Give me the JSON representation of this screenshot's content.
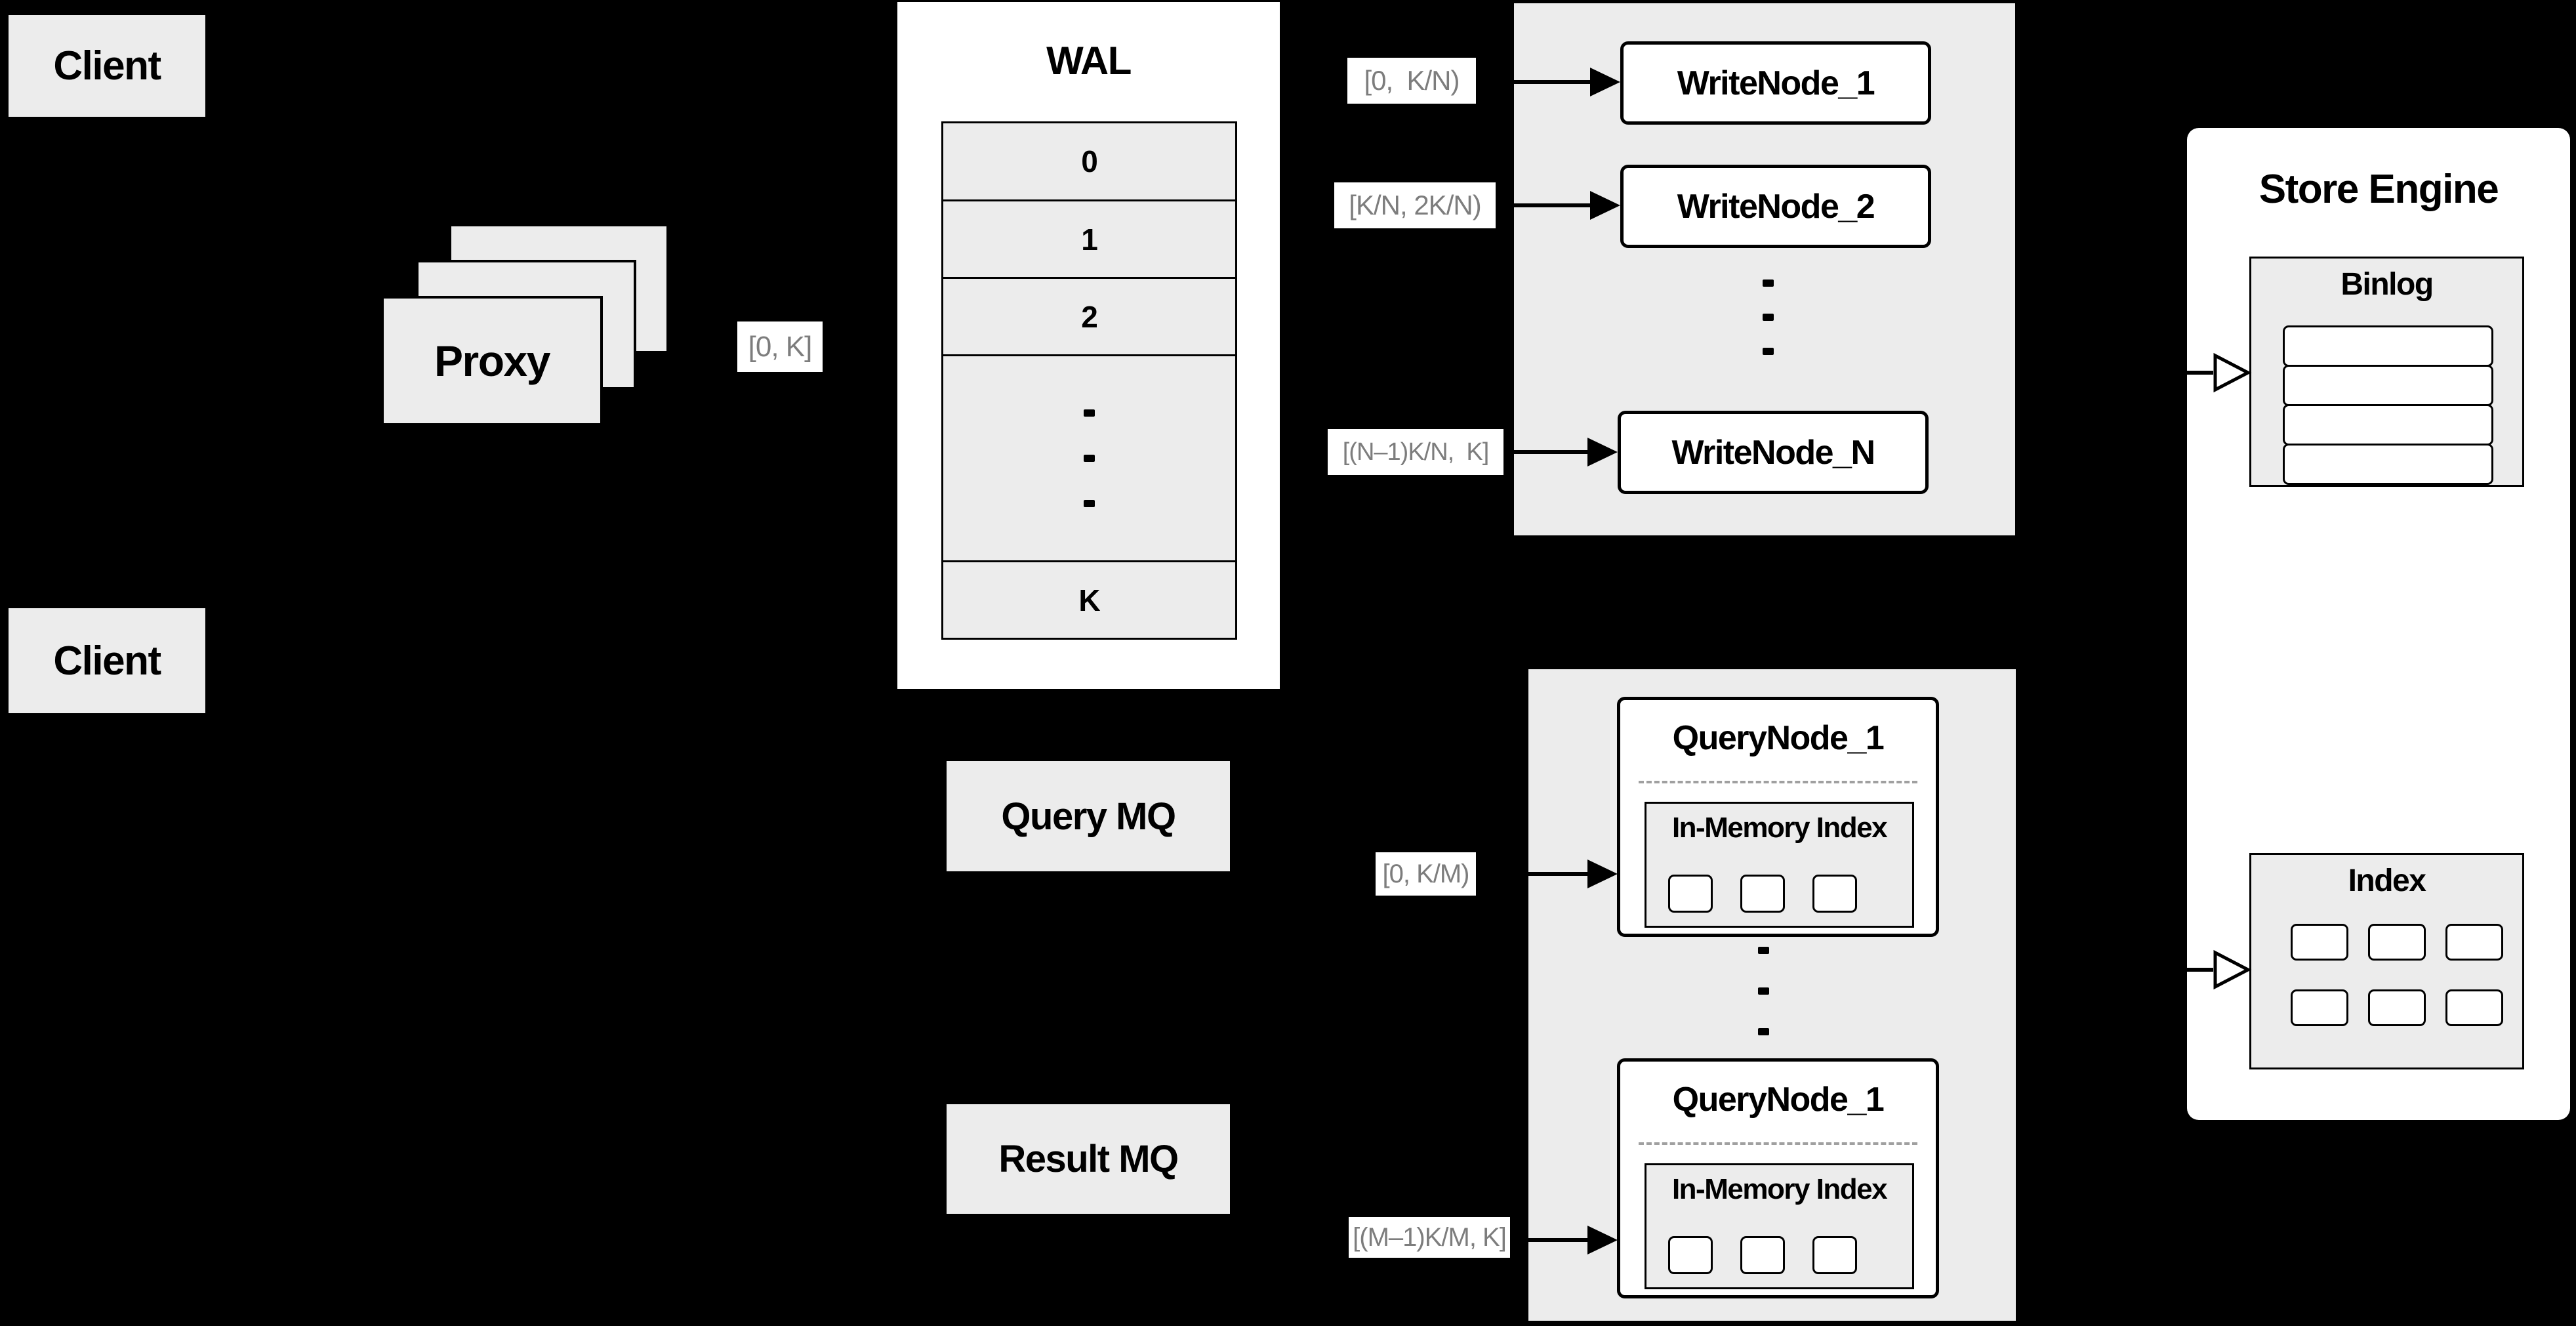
{
  "background": "#000000",
  "palette": {
    "panel_gray": "#ececec",
    "white": "#ffffff",
    "border": "#000000",
    "label_text": "#7d7d7d",
    "dash_gray": "#a0a0a0"
  },
  "clients": {
    "top": "Client",
    "bottom": "Client"
  },
  "proxy": {
    "label": "Proxy"
  },
  "wal": {
    "title": "WAL",
    "rows": [
      "0",
      "1",
      "2",
      "K"
    ]
  },
  "range_labels": {
    "proxy_out": "[0, K]",
    "write_node_1": "[0,  K/N)",
    "write_node_2": "[K/N, 2K/N)",
    "write_node_n": "[(N–1)K/N,  K]",
    "query_node_1": "[0, K/M)",
    "query_node_m": "[(M–1)K/M, K]"
  },
  "write_group": {
    "node_1": "WriteNode_1",
    "node_2": "WriteNode_2",
    "node_n": "WriteNode_N"
  },
  "mq": {
    "query": "Query MQ",
    "result": "Result MQ"
  },
  "query_group": {
    "top_title": "QueryNode_1",
    "bottom_title": "QueryNode_1",
    "in_memory_top": "In-Memory Index",
    "in_memory_bottom": "In-Memory Index"
  },
  "store_engine": {
    "title": "Store Engine",
    "binlog": "Binlog",
    "index": "Index"
  }
}
